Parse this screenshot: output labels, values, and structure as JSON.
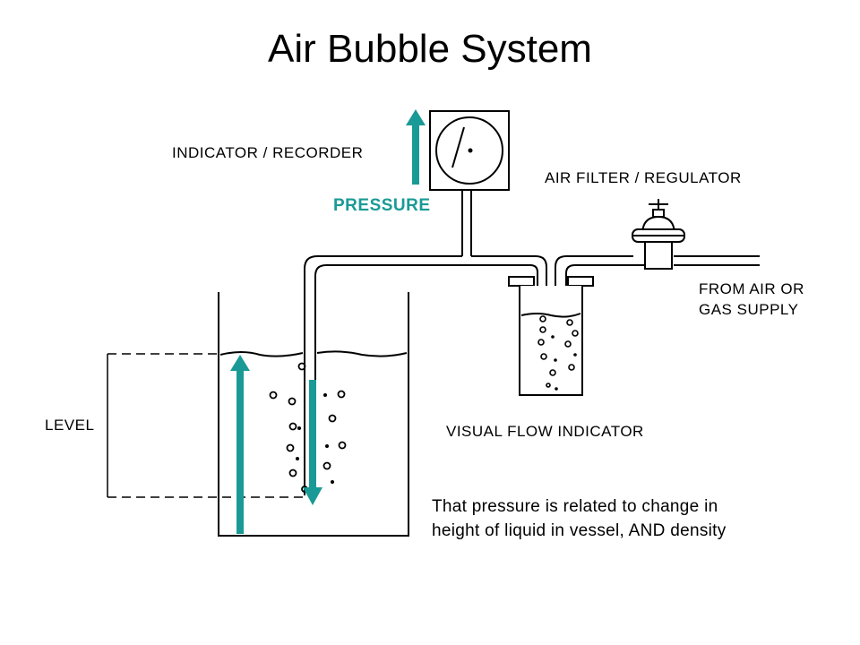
{
  "title": "Air Bubble System",
  "labels": {
    "indicator": "INDICATOR / RECORDER",
    "pressure": "PRESSURE",
    "air_filter": "AIR FILTER / REGULATOR",
    "supply_line1": "FROM AIR OR",
    "supply_line2": "GAS SUPPLY",
    "level": "LEVEL",
    "visual_flow": "VISUAL FLOW INDICATOR"
  },
  "caption": {
    "line1": "That pressure is related to change in",
    "line2": "height of liquid in vessel, AND density"
  },
  "colors": {
    "arrow": "#1a9a96",
    "line": "#000000"
  },
  "icons": [
    "arrow-up-icon",
    "arrow-down-icon",
    "gauge-icon",
    "valve-icon"
  ]
}
